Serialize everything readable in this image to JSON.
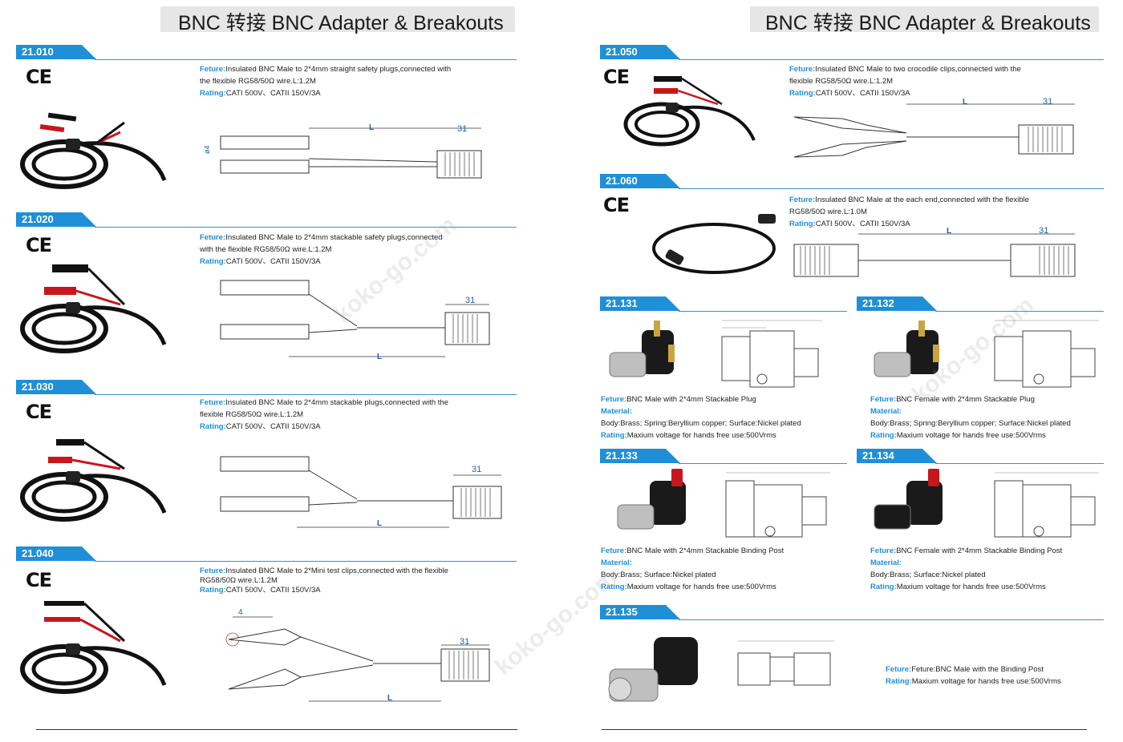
{
  "header": {
    "left_title": "BNC 转接 BNC Adapter & Breakouts",
    "right_title": "BNC 转接 BNC Adapter & Breakouts"
  },
  "watermark": "koko-go.com",
  "ce_mark": "CE",
  "labels": {
    "feture": "Feture:",
    "rating": "Rating:",
    "material": "Material:"
  },
  "dims": {
    "L": "L",
    "d31": "31",
    "d4": "ø4",
    "n4": "4",
    "d4b": "ø4"
  },
  "items": [
    {
      "code": "21.010",
      "feture": "Insulated BNC Male to 2*4mm straight safety plugs,connected with",
      "feture2": "the flexible RG58/50Ω wire.L:1.2M",
      "rating": "CATI 500V、CATII 150V/3A"
    },
    {
      "code": "21.020",
      "feture": "Insulated BNC Male to 2*4mm stackable safety plugs,connected",
      "feture2": "with the flexible RG58/50Ω wire.L:1.2M",
      "rating": "CATI 500V、CATII 150V/3A"
    },
    {
      "code": "21.030",
      "feture": "Insulated BNC Male to 2*4mm stackable plugs,connected with the",
      "feture2": "flexible RG58/50Ω wire.L:1.2M",
      "rating": "CATI 500V、CATII 150V/3A"
    },
    {
      "code": "21.040",
      "feture": "Insulated BNC Male to 2*Mini test clips,connected with the flexible",
      "feture2": "RG58/50Ω wire.L:1.2M",
      "rating": "CATI 500V、CATII 150V/3A"
    },
    {
      "code": "21.050",
      "feture": "Insulated BNC Male to two crocodile clips,connected with the",
      "feture2": "flexible RG58/50Ω wire.L:1.2M",
      "rating": "CATI 500V、CATII 150V/3A"
    },
    {
      "code": "21.060",
      "feture": "Insulated BNC Male at the each end,connected with the flexible",
      "feture2": "RG58/50Ω wire.L:1.0M",
      "rating": "CATI 500V、CATII 150V/3A"
    },
    {
      "code": "21.131",
      "feture": "BNC Male with 2*4mm Stackable Plug",
      "material": "Body:Brass;   Spring:Beryllium copper;   Surface:Nickel plated",
      "rating": "Maxium voltage for hands free use:500Vrms"
    },
    {
      "code": "21.132",
      "feture": "BNC Female with 2*4mm Stackable Plug",
      "material": "Body:Brass;   Spring:Beryllium copper;   Surface:Nickel plated",
      "rating": "Maxium voltage for hands free use:500Vrms"
    },
    {
      "code": "21.133",
      "feture": "BNC Male with 2*4mm Stackable Binding Post",
      "material": "Body:Brass;   Surface:Nickel plated",
      "rating": "Maxium voltage for hands free use:500Vrms"
    },
    {
      "code": "21.134",
      "feture": "BNC Female with 2*4mm Stackable Binding Post",
      "material": "Body:Brass;   Surface:Nickel plated",
      "rating": "Maxium voltage for hands free use:500Vrms"
    },
    {
      "code": "21.135",
      "feture": "Feture:BNC Male with the Binding Post",
      "rating": "Maxium voltage for hands free use:500Vrms"
    }
  ],
  "colors": {
    "accent": "#1f8fd8",
    "title_bg": "#e6e6e6",
    "cable_red": "#c8161d"
  }
}
